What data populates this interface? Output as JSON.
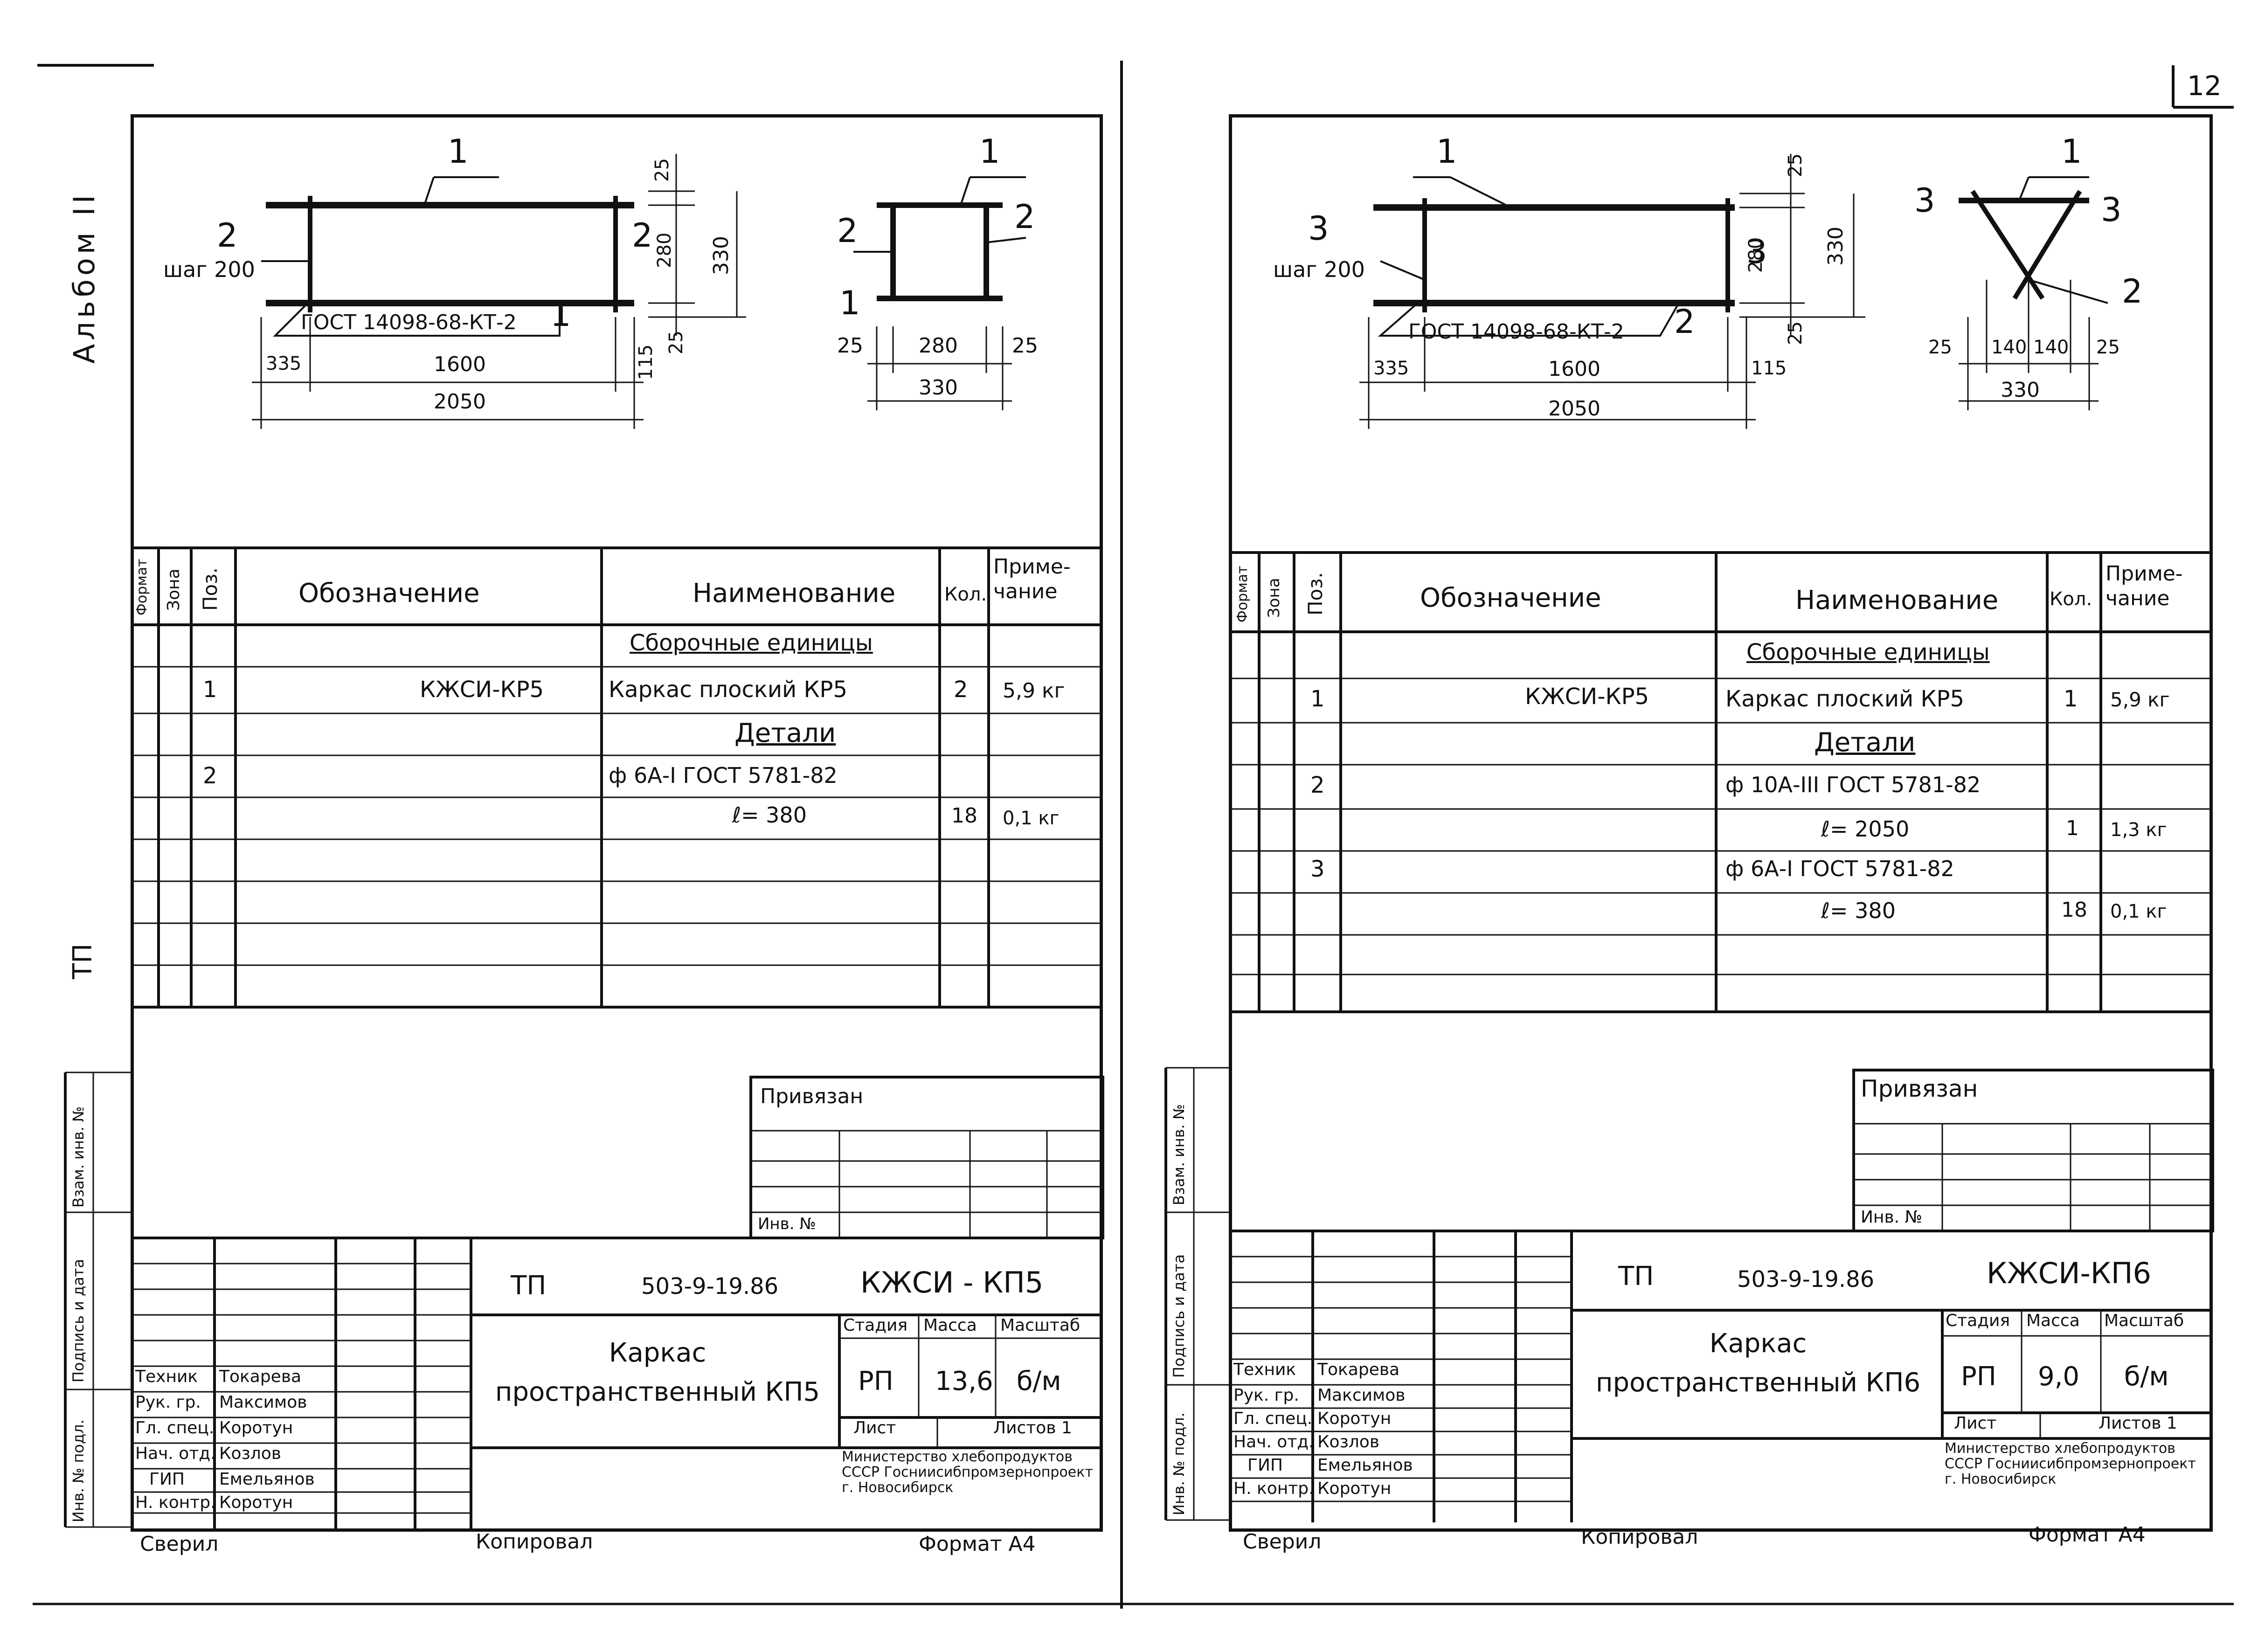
{
  "page_number": "12",
  "album": "Альбом II",
  "series_short": "ТП",
  "left": {
    "drawing": {
      "pos_left": "2",
      "pos_right": "2",
      "pos_top": "1",
      "pos_bottom": "1",
      "step": "шаг 200",
      "gost": "ГОСТ 14098-68-КТ-2",
      "dim_25a": "25",
      "dim_280": "280",
      "dim_330v": "330",
      "dim_25b": "25",
      "dim_115": "115",
      "dim_335": "335",
      "dim_1600": "1600",
      "dim_2050": "2050",
      "sec_pos_top": "1",
      "sec_pos_left": "2",
      "sec_pos_right": "2",
      "sec_pos_bottom": "1",
      "sec_25a": "25",
      "sec_280": "280",
      "sec_25b": "25",
      "sec_330": "330"
    },
    "spec": {
      "headers": {
        "format": "Формат",
        "zone": "Зона",
        "pos": "Поз.",
        "designation": "Обозначение",
        "name": "Наименование",
        "qty": "Кол.",
        "note": "Приме- чание"
      },
      "rows": [
        {
          "pos": "",
          "designation": "",
          "name": "Сборочные единицы",
          "qty": "",
          "note": ""
        },
        {
          "pos": "1",
          "designation": "КЖСИ-КР5",
          "name": "Каркас плоский КР5",
          "qty": "2",
          "note": "5,9 кг"
        },
        {
          "pos": "",
          "designation": "",
          "name": "Детали",
          "qty": "",
          "note": ""
        },
        {
          "pos": "2",
          "designation": "",
          "name": "ф 6А-I ГОСТ 5781-82",
          "qty": "",
          "note": ""
        },
        {
          "pos": "",
          "designation": "",
          "name": "ℓ= 380",
          "qty": "18",
          "note": "0,1 кг"
        }
      ]
    },
    "title_block": {
      "privyazan": "Привязан",
      "inv_no": "Инв. №",
      "project": "ТП",
      "project_code": "503-9-19.86",
      "doc_code": "КЖСИ - КП5",
      "title": "Каркас пространственный КП5",
      "stage_label": "Стадия",
      "mass_label": "Масса",
      "scale_label": "Масштаб",
      "stage": "РП",
      "mass": "13,6",
      "scale": "б/м",
      "sheet_label": "Лист",
      "sheets_label": "Листов 1",
      "org": "Министерство хлебопродуктов СССР Госниисибпромзернопроект г. Новосибирск",
      "roles": [
        "Техник",
        "Рук. гр.",
        "Гл. спец.",
        "Нач. отд.",
        "ГИП",
        "Н. контр."
      ],
      "names": [
        "Токарева",
        "Максимов",
        "Коротун",
        "Козлов",
        "Емельянов",
        "Коротун"
      ],
      "checked": "Сверил",
      "copied": "Копировал",
      "format": "Формат А4"
    },
    "side_stamps": [
      "Взам. инв. №",
      "Подпись и дата",
      "Инв. № подл."
    ]
  },
  "right": {
    "drawing": {
      "pos_left": "3",
      "pos_right": "3",
      "pos_top": "1",
      "pos_bottom": "2",
      "step": "шаг 200",
      "gost": "ГОСТ 14098-68-КТ-2",
      "dim_25a": "25",
      "dim_280": "280",
      "dim_330v": "330",
      "dim_25b": "25",
      "dim_115": "115",
      "dim_335": "335",
      "dim_1600": "1600",
      "dim_2050": "2050",
      "sec_pos_top": "1",
      "sec_pos_left": "3",
      "sec_pos_right": "3",
      "sec_pos_mid": "2",
      "sec_25a": "25",
      "sec_140a": "140",
      "sec_140b": "140",
      "sec_25b": "25",
      "sec_330": "330"
    },
    "spec": {
      "headers": {
        "format": "Формат",
        "zone": "Зона",
        "pos": "Поз.",
        "designation": "Обозначение",
        "name": "Наименование",
        "qty": "Кол.",
        "note": "Приме- чание"
      },
      "rows": [
        {
          "pos": "",
          "designation": "",
          "name": "Сборочные единицы",
          "qty": "",
          "note": ""
        },
        {
          "pos": "1",
          "designation": "КЖСИ-КР5",
          "name": "Каркас плоский КР5",
          "qty": "1",
          "note": "5,9 кг"
        },
        {
          "pos": "",
          "designation": "",
          "name": "Детали",
          "qty": "",
          "note": ""
        },
        {
          "pos": "2",
          "designation": "",
          "name": "ф 10А-III ГОСТ 5781-82",
          "qty": "",
          "note": ""
        },
        {
          "pos": "",
          "designation": "",
          "name": "ℓ= 2050",
          "qty": "1",
          "note": "1,3 кг"
        },
        {
          "pos": "3",
          "designation": "",
          "name": "ф 6А-I ГОСТ 5781-82",
          "qty": "",
          "note": ""
        },
        {
          "pos": "",
          "designation": "",
          "name": "ℓ= 380",
          "qty": "18",
          "note": "0,1 кг"
        }
      ]
    },
    "title_block": {
      "privyazan": "Привязан",
      "inv_no": "Инв. №",
      "project": "ТП",
      "project_code": "503-9-19.86",
      "doc_code": "КЖСИ-КП6",
      "title": "Каркас пространственный КП6",
      "stage_label": "Стадия",
      "mass_label": "Масса",
      "scale_label": "Масштаб",
      "stage": "РП",
      "mass": "9,0",
      "scale": "б/м",
      "sheet_label": "Лист",
      "sheets_label": "Листов 1",
      "org": "Министерство хлебопродуктов СССР Госниисибпромзернопроект г. Новосибирск",
      "roles": [
        "Техник",
        "Рук. гр.",
        "Гл. спец.",
        "Нач. отд.",
        "ГИП",
        "Н. контр."
      ],
      "names": [
        "Токарева",
        "Максимов",
        "Коротун",
        "Козлов",
        "Емельянов",
        "Коротун"
      ],
      "checked": "Сверил",
      "copied": "Копировал",
      "format": "Формат А4"
    },
    "side_stamps": [
      "Взам. инв. №",
      "Подпись и дата",
      "Инв. № подл."
    ]
  }
}
